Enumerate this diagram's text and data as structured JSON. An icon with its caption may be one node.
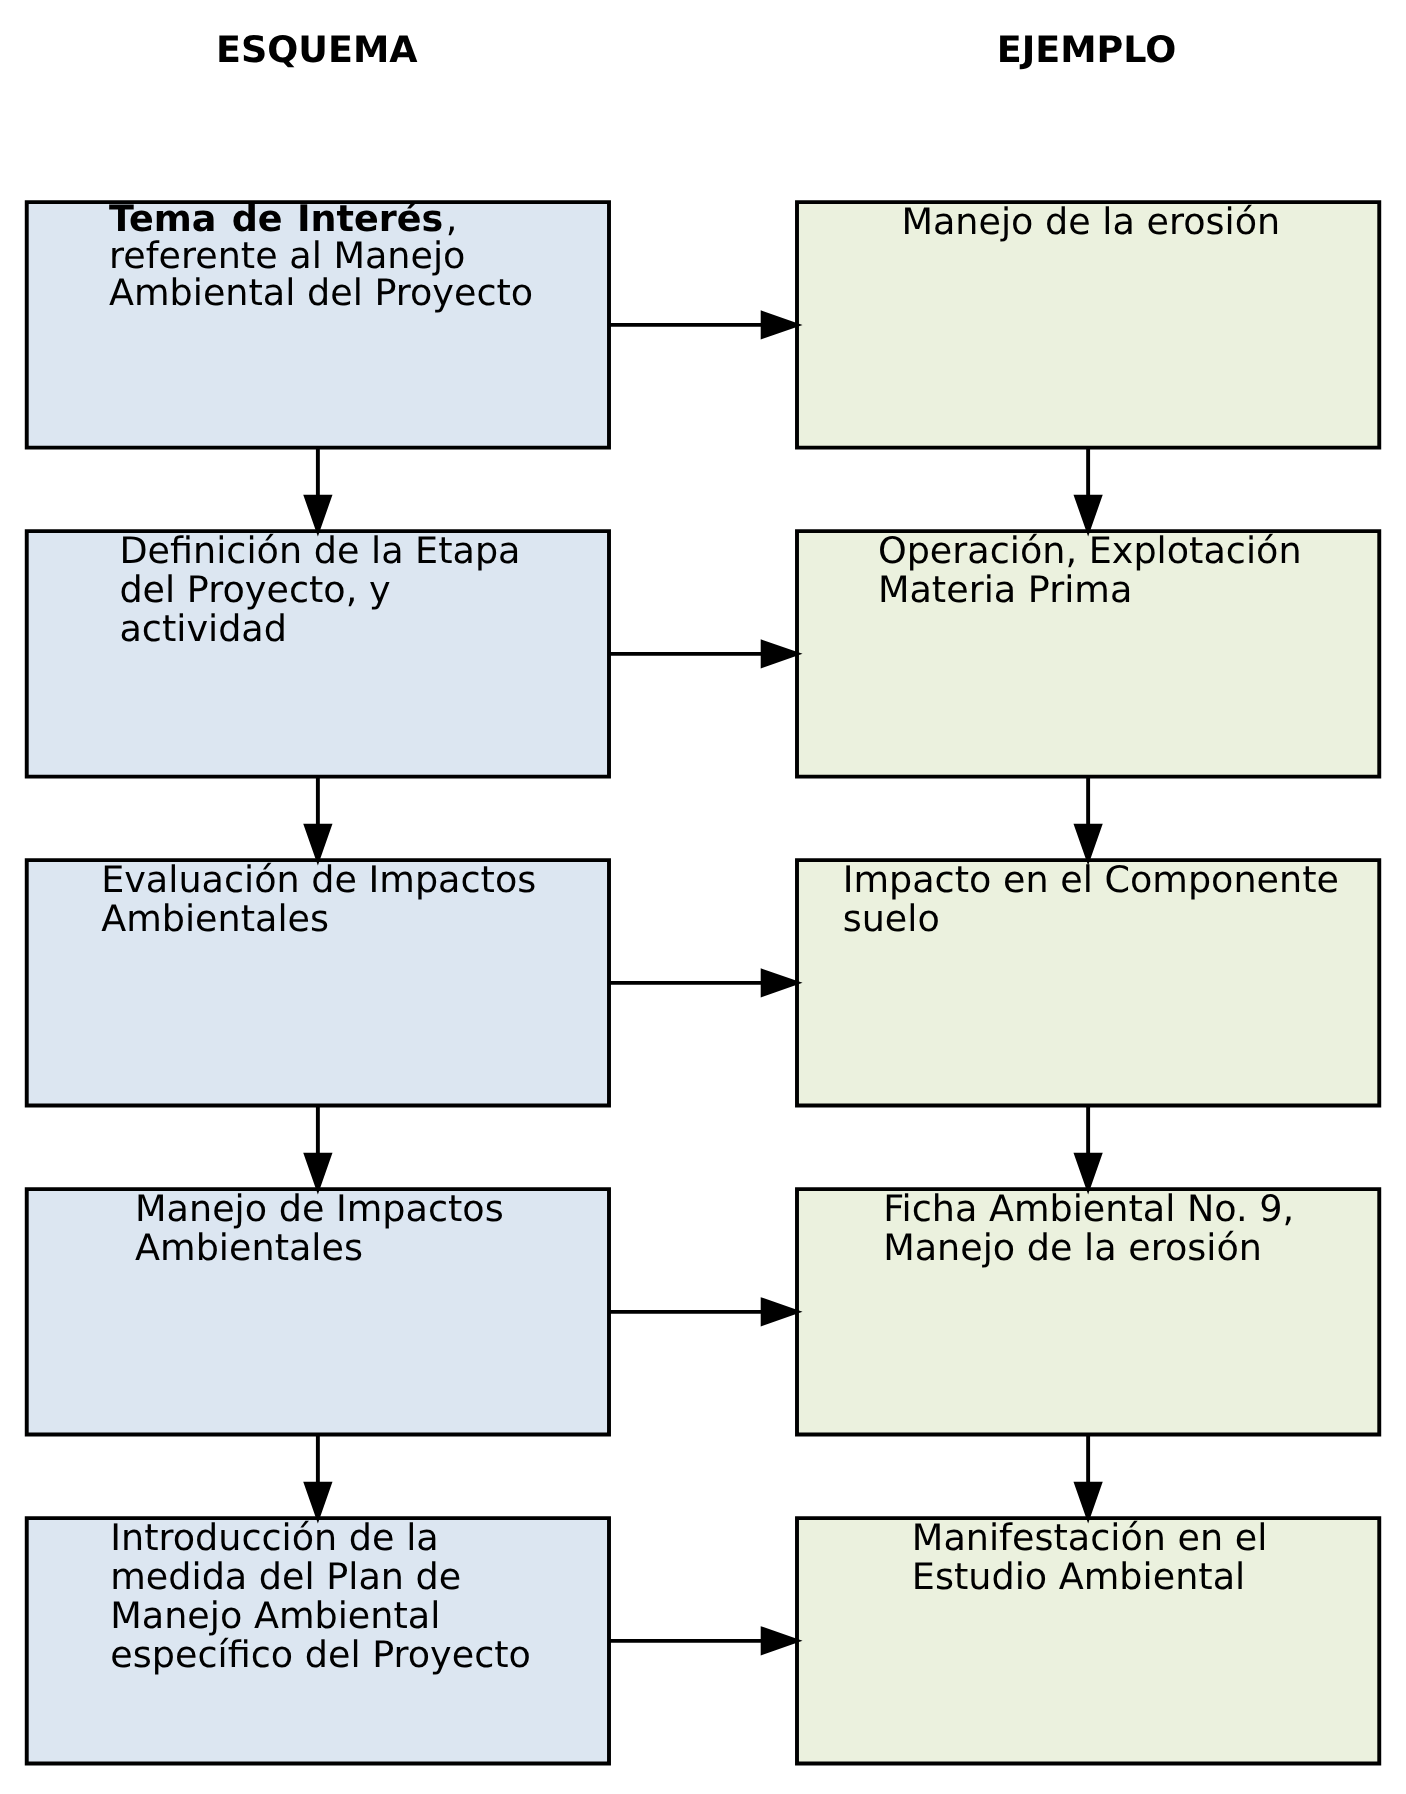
{
  "diagram": {
    "nodes": [
      {
        "text": [
          "**Tema de Interés**, referente al Manejo Ambiental del Proyecto"
        ]
      },
      {
        "text": [
          "Definición de la Etapa del Proyecto, y actividad"
        ]
      },
      {
        "text": [
          "Evaluación de Impactos Ambientales"
        ]
      },
      {
        "text": [
          "Manejo de Impactos Ambientales"
        ]
      },
      {
        "text": [
          "Introducción de la medida del Plan de Manejo Ambiental específico del Proyecto"
        ]
      },
      {
        "text": [
          "Manejo de la erosión"
        ]
      },
      {
        "text": [
          "Operación, Explotación Materia Prima"
        ]
      },
      {
        "text": [
          "Impacto en el Componente suelo"
        ]
      },
      {
        "text": [
          "Ficha Ambiental No. 9, Manejo de la erosión"
        ]
      },
      {
        "text": [
          "Manifestación en el Estudio Ambiental"
        ]
      }
    ],
    "edges": [
      {
        "from": 0,
        "to": 1,
        "arrow": "to"
      },
      {
        "from": 1,
        "to": 2,
        "arrow": "to"
      },
      {
        "from": 2,
        "to": 3,
        "arrow": "to"
      },
      {
        "from": 3,
        "to": 4,
        "arrow": "to"
      },
      {
        "from": 5,
        "to": 6,
        "arrow": "to"
      },
      {
        "from": 6,
        "to": 7,
        "arrow": "to"
      },
      {
        "from": 7,
        "to": 8,
        "arrow": "to"
      },
      {
        "from": 8,
        "to": 9,
        "arrow": "to"
      },
      {
        "from": 0,
        "to": 5,
        "arrow": "to"
      },
      {
        "from": 1,
        "to": 6,
        "arrow": "to"
      },
      {
        "from": 2,
        "to": 7,
        "arrow": "to"
      },
      {
        "from": 3,
        "to": 8,
        "arrow": "to"
      },
      {
        "from": 4,
        "to": 9,
        "arrow": "to"
      }
    ],
    "labels": [
      "ESQUEMA",
      "EJEMPLO"
    ]
  }
}
